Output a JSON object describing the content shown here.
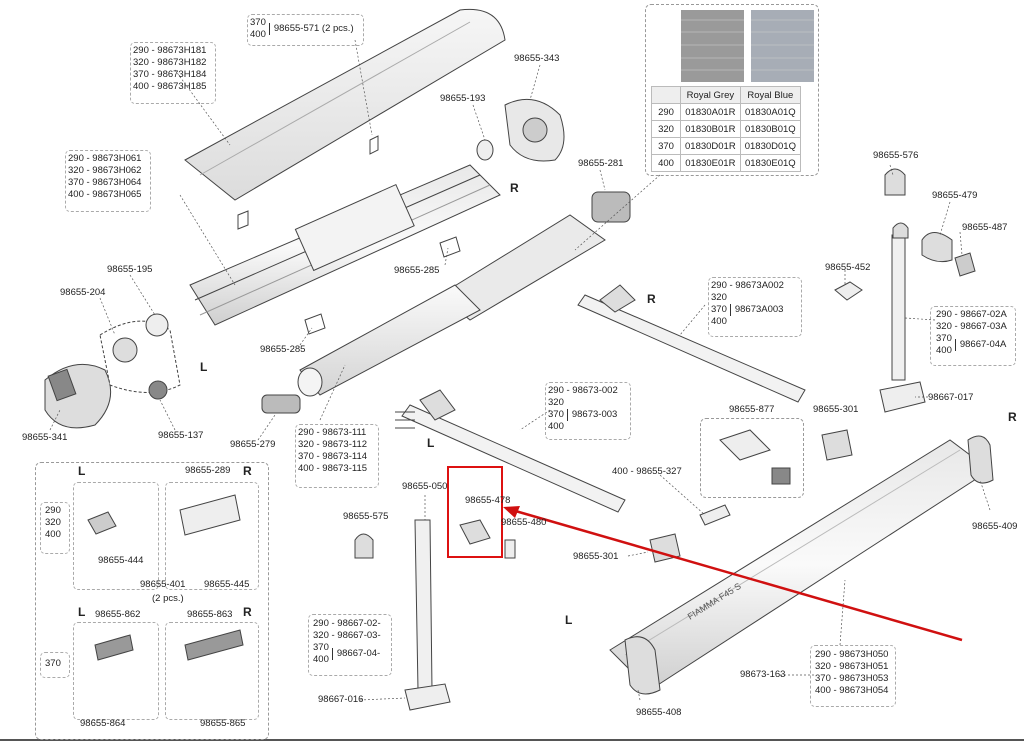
{
  "labels": {
    "front_bar_cover": [
      "290 - 98673H181",
      "320 - 98673H182",
      "370 - 98673H184",
      "400 - 98673H185"
    ],
    "cover_clip_sizes": [
      "370",
      "400"
    ],
    "cover_clip_code": "98655-571 (2 pcs.)",
    "housing": [
      "290 - 98673H061",
      "320 - 98673H062",
      "370 - 98673H064",
      "400 - 98673H065"
    ],
    "p_98655_343": "98655-343",
    "p_98655_193": "98655-193",
    "p_98655_281": "98655-281",
    "p_98655_285a": "98655-285",
    "p_98655_285b": "98655-285",
    "p_98655_195": "98655-195",
    "p_98655_204": "98655-204",
    "p_98655_341": "98655-341",
    "p_98655_137": "98655-137",
    "p_98655_279": "98655-279",
    "roller_tube": [
      "290 - 98673-111",
      "320 - 98673-112",
      "370 - 98673-114",
      "400 - 98673-115"
    ],
    "p_98655_576": "98655-576",
    "p_98655_479": "98655-479",
    "p_98655_487": "98655-487",
    "p_98655_452": "98655-452",
    "arm_r_line1": "290 - 98673A002",
    "arm_r_sizes": [
      "320",
      "370",
      "400"
    ],
    "arm_r_code": "98673A003",
    "leg_r_line1": "290 - 98667-02A",
    "leg_r_line2": "320 - 98667-03A",
    "leg_r_sizes": [
      "370",
      "400"
    ],
    "leg_r_code": "98667-04A",
    "p_98667_017": "98667-017",
    "arm_l_line1": "290 - 98673-002",
    "arm_l_sizes": [
      "320",
      "370",
      "400"
    ],
    "arm_l_code": "98673-003",
    "p_98655_877": "98655-877",
    "p_98655_301a": "98655-301",
    "p_98655_327": "400 - 98655-327",
    "p_98655_301b": "98655-301",
    "p_98655_409": "98655-409",
    "p_98655_050": "98655-050",
    "p_98655_478": "98655-478",
    "p_98655_480": "98655-480",
    "p_98655_575": "98655-575",
    "leg_l_lines": [
      "290 - 98667-02-",
      "320 - 98667-03-"
    ],
    "leg_l_sizes": [
      "370",
      "400"
    ],
    "leg_l_code": "98667-04-",
    "p_98667_016": "98667-016",
    "p_98673_163": "98673-163",
    "p_98655_408": "98655-408",
    "front_rail": [
      "290 - 98673H050",
      "320 - 98673H051",
      "370 - 98673H053",
      "400 - 98673H054"
    ],
    "p_98655_289": "98655-289",
    "sizes_290_400": [
      "290",
      "320",
      "400"
    ],
    "p_98655_444": "98655-444",
    "p_98655_401": "98655-401",
    "pcs_2": "(2 pcs.)",
    "p_98655_445": "98655-445",
    "p_98655_862": "98655-862",
    "p_98655_863": "98655-863",
    "size_370": "370",
    "p_98655_864": "98655-864",
    "p_98655_865": "98655-865"
  },
  "sides": {
    "r1": "R",
    "r2": "R",
    "r3": "R",
    "l1": "L",
    "l2": "L",
    "l3": "L",
    "box_l1": "L",
    "box_r1": "R",
    "box_l2": "L",
    "box_r2": "R"
  },
  "color_table": {
    "headers": [
      "",
      "Royal Grey",
      "Royal Blue"
    ],
    "rows": [
      [
        "290",
        "01830A01R",
        "01830A01Q"
      ],
      [
        "320",
        "01830B01R",
        "01830B01Q"
      ],
      [
        "370",
        "01830D01R",
        "01830D01Q"
      ],
      [
        "400",
        "01830E01R",
        "01830E01Q"
      ]
    ]
  },
  "colors": {
    "highlight": "#d01010",
    "royal_grey": "#9a9a9a",
    "royal_blue": "#a7adb6",
    "line": "#444"
  },
  "rail_logo": "FIAMMA F45 S"
}
